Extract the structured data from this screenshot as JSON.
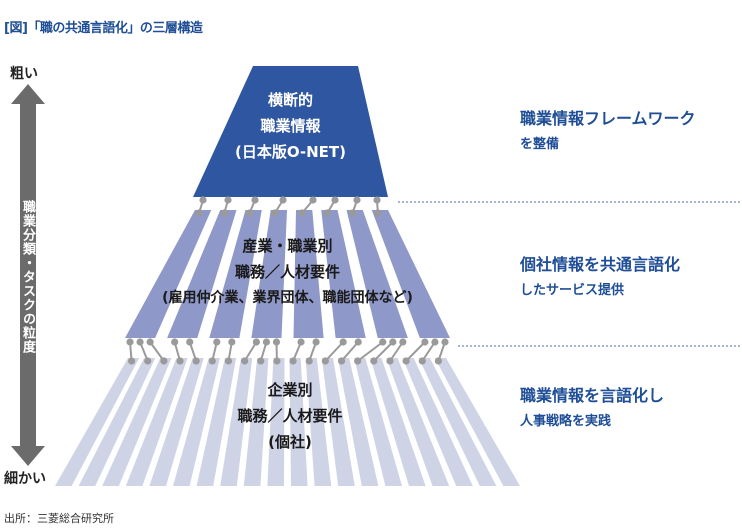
{
  "title": "[図]「職の共通言語化」の三層構造",
  "source": "出所：三菱総合研究所",
  "axis": {
    "top_label": "粗い",
    "bottom_label": "細かい",
    "label": "職業分類・タスクの粒度",
    "color": "#6b6b6b"
  },
  "colors": {
    "layer1": "#2f56a0",
    "layer2": "#8e98c9",
    "layer3": "#ced3e6",
    "connector": "#9a9a9a",
    "dotted_line": "#4a6fb5",
    "accent_text": "#1f4e96"
  },
  "layers": [
    {
      "id": "cross-sectional",
      "lines": [
        "横断的",
        "職業情報",
        "(日本版O-NET)"
      ],
      "strips": 1,
      "description": {
        "main": "職業情報フレームワーク",
        "sub": "を整備"
      }
    },
    {
      "id": "industry",
      "lines": [
        "産業・職業別",
        "職務／人材要件",
        "(雇用仲介業、業界団体、職能団体など)"
      ],
      "strips": 8,
      "description": {
        "main": "個社情報を共通言語化",
        "sub": "したサービス提供"
      }
    },
    {
      "id": "company",
      "lines": [
        "企業別",
        "職務／人材要件",
        "(個社)"
      ],
      "strips": 20,
      "description": {
        "main": "職業情報を言語化し",
        "sub": "人事戦略を実践"
      }
    }
  ]
}
